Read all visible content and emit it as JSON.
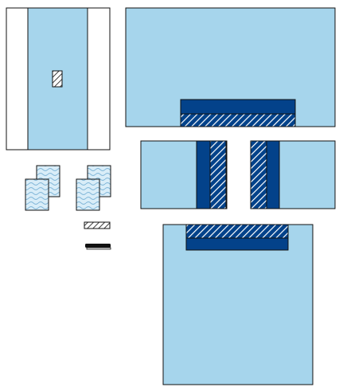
{
  "diagram": {
    "colors": {
      "background": "#ffffff",
      "drape_light": "#a6d5ec",
      "drape_dark": "#03428a",
      "outline": "#111111",
      "hatch_light": "#ffffff",
      "hatch_dark": "#1a3f7a",
      "wave": "#7fb6d8"
    },
    "components": [
      {
        "id": "full-sheet",
        "kind": "sheet with centered fenestration"
      },
      {
        "id": "top-sheet",
        "kind": "sheet with adhesive strip"
      },
      {
        "id": "side-drape-left",
        "kind": "side drape with adhesive"
      },
      {
        "id": "side-drape-right",
        "kind": "side drape with adhesive"
      },
      {
        "id": "bottom-sheet",
        "kind": "sheet with adhesive strip"
      },
      {
        "id": "towel-pair-left",
        "kind": "absorbent towels"
      },
      {
        "id": "towel-pair-right",
        "kind": "absorbent towels"
      },
      {
        "id": "tape-strip",
        "kind": "adhesive tape"
      },
      {
        "id": "cable-holder",
        "kind": "cable holder"
      }
    ]
  }
}
